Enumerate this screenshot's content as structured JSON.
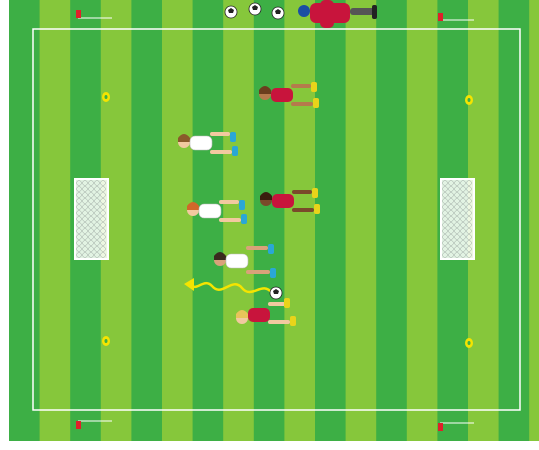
{
  "colors": {
    "grass_light": "#86c73b",
    "grass_dark": "#3daf45",
    "lines": "#ffffff",
    "flag": "#e0202a",
    "cone": "#f5e400",
    "team_red": "#c8143c",
    "team_white": "#ffffff",
    "boots_blue": "#2aa7d6",
    "boots_yellow": "#e8d41a",
    "arrow": "#f5e400",
    "background": "#ffffff"
  },
  "drill": {
    "ball_supply_count": 3,
    "red_players": 4,
    "white_players": 3,
    "cones": 4,
    "goals": 2,
    "corner_flags": 4,
    "movement": "dribble-left-wavy"
  }
}
